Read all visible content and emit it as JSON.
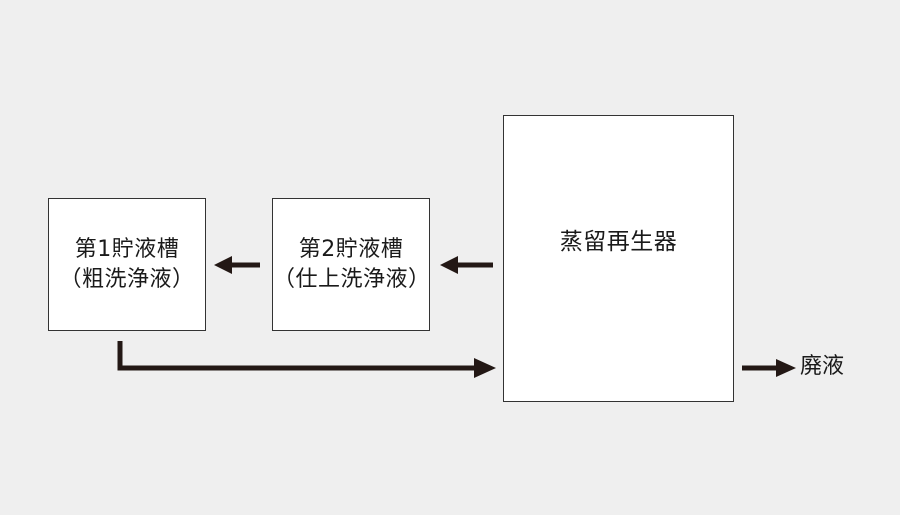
{
  "diagram": {
    "tank1": {
      "title": "第1貯液槽",
      "subtitle": "（粗洗浄液）"
    },
    "tank2": {
      "title": "第2貯液槽",
      "subtitle": "（仕上洗浄液）"
    },
    "regenerator": {
      "title": "蒸留再生器"
    },
    "output": {
      "label": "廃液"
    }
  },
  "colors": {
    "background": "#efefef",
    "box_fill": "#ffffff",
    "box_border": "#333333",
    "arrow": "#231815"
  }
}
